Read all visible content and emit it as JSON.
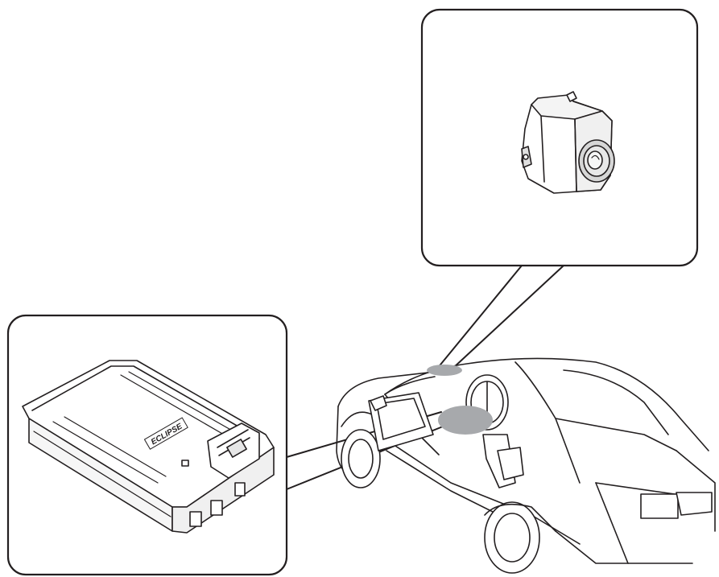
{
  "diagram": {
    "callouts": [
      {
        "id": "camera-callout",
        "subject": "rear-view-camera"
      },
      {
        "id": "unit-callout",
        "subject": "control-unit"
      }
    ],
    "unit_logo_text": "ECLIPSE",
    "colors": {
      "line": "#231f20",
      "highlight": "#a7a9ac",
      "camera_lens": "#dcdcdc",
      "background": "#ffffff"
    }
  }
}
